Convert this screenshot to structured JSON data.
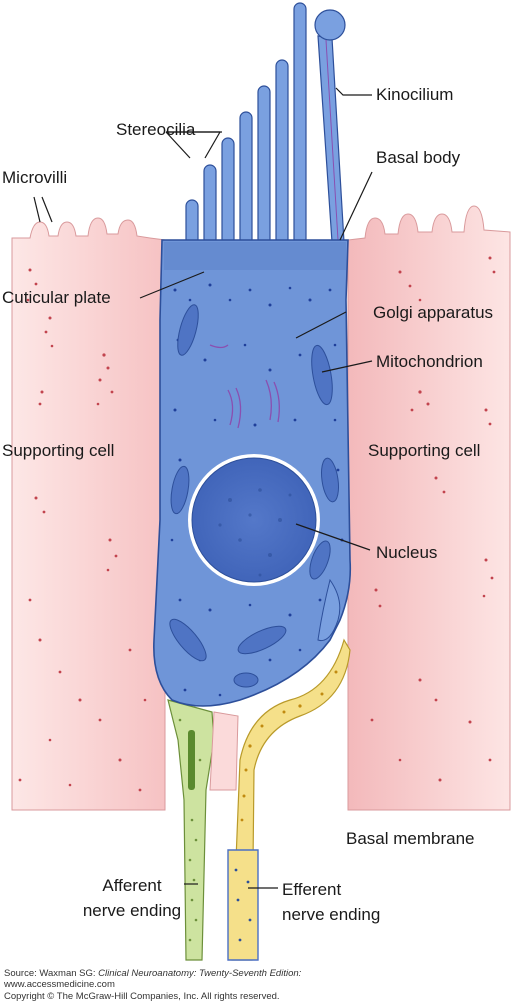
{
  "labels": {
    "kinocilium": "Kinocilium",
    "stereocilia": "Stereocilia",
    "basal_body": "Basal body",
    "microvilli": "Microvilli",
    "cuticular_plate": "Cuticular plate",
    "golgi_apparatus": "Golgi apparatus",
    "mitochondrion": "Mitochondrion",
    "supporting_cell_left": "Supporting cell",
    "supporting_cell_right": "Supporting cell",
    "nucleus": "Nucleus",
    "basal_membrane": "Basal membrane",
    "afferent_line1": "Afferent",
    "afferent_line2": "nerve ending",
    "efferent_line1": "Efferent",
    "efferent_line2": "nerve ending"
  },
  "credit": {
    "source_prefix": "Source: Waxman SG: ",
    "source_title": "Clinical Neuroanatomy: Twenty-Seventh Edition:",
    "website": "www.accessmedicine.com",
    "copyright": "Copyright © The McGraw-Hill Companies, Inc. All rights reserved."
  },
  "colors": {
    "hair_cell": "#6f95d8",
    "hair_cell_outline": "#2d4f9a",
    "supporting_cell": "#f7c9c9",
    "nucleus": "#4a6fc4",
    "afferent_nerve": "#cde3a0",
    "efferent_nerve": "#f5e08a",
    "dots": "#1f3f9a"
  }
}
